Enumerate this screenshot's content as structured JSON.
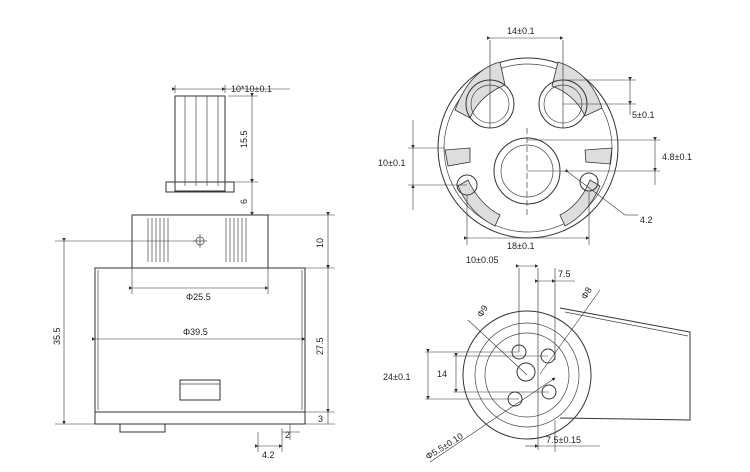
{
  "side_view": {
    "stem_size": "10*10±0.1",
    "stem_height": "15.5",
    "stem_base": "6",
    "head_height": "10",
    "dia_upper": "Φ25.5",
    "total_height": "35.5",
    "dia_body": "Φ39.5",
    "body_height": "27.5",
    "base_height": "3",
    "foot_height": "2",
    "foot_width": "4.2"
  },
  "top_view": {
    "top_width": "14±0.1",
    "right_a": "5±0.1",
    "right_b": "4.8±0.1",
    "left_height": "10±0.1",
    "radius_note": "4.2",
    "bottom_width": "18±0.1"
  },
  "bottom_view": {
    "offset_top": "10±0.05",
    "offset_right": "7.5",
    "hole_dia": "Φ8",
    "hole_dia_small": "Φ9",
    "height_outer": "24±0.1",
    "height_inner": "14",
    "hole_pattern": "Φ5.5±0.10",
    "offset_bottom": "7.5±0.15"
  }
}
